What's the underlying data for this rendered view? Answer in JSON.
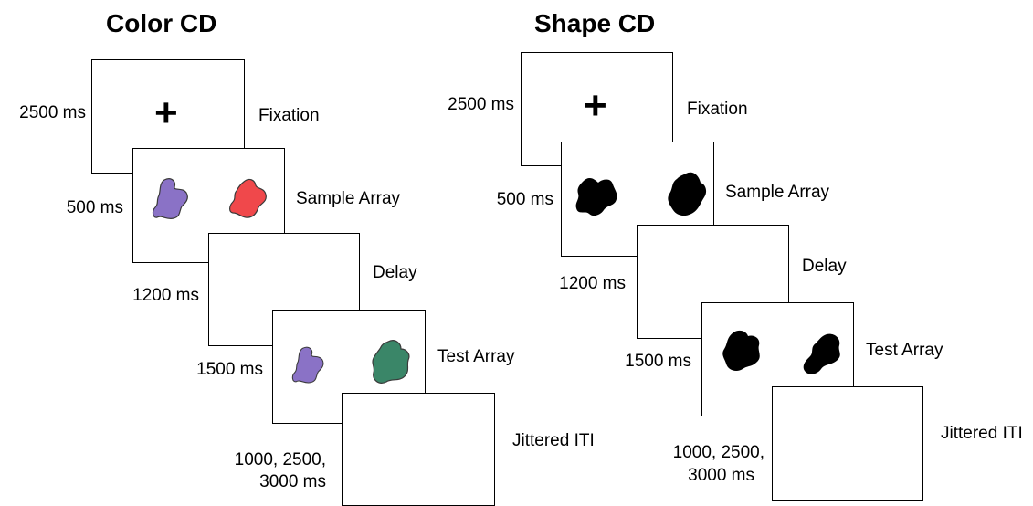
{
  "panels": [
    {
      "title": "Color CD",
      "frames": [
        {
          "stage": "Fixation",
          "duration": "2500 ms",
          "content": "plus-sign"
        },
        {
          "stage": "Sample Array",
          "duration": "500 ms",
          "content": "two-shapes",
          "colors": [
            "#8a72c6",
            "#f0484b"
          ]
        },
        {
          "stage": "Delay",
          "duration": "1200 ms",
          "content": "blank"
        },
        {
          "stage": "Test Array",
          "duration": "1500 ms",
          "content": "two-shapes",
          "colors": [
            "#8a72c6",
            "#3a8668"
          ]
        },
        {
          "stage": "Jittered ITI",
          "duration_lines": [
            "1000, 2500,",
            "3000 ms"
          ],
          "content": "blank"
        }
      ]
    },
    {
      "title": "Shape CD",
      "frames": [
        {
          "stage": "Fixation",
          "duration": "2500 ms",
          "content": "plus-sign"
        },
        {
          "stage": "Sample Array",
          "duration": "500 ms",
          "content": "two-shapes",
          "colors": [
            "#000000",
            "#000000"
          ]
        },
        {
          "stage": "Delay",
          "duration": "1200 ms",
          "content": "blank"
        },
        {
          "stage": "Test Array",
          "duration": "1500 ms",
          "content": "two-shapes",
          "colors": [
            "#000000",
            "#000000"
          ]
        },
        {
          "stage": "Jittered ITI",
          "duration_lines": [
            "1000, 2500,",
            "3000 ms"
          ],
          "content": "blank"
        }
      ]
    }
  ],
  "fixation_symbol": "+"
}
